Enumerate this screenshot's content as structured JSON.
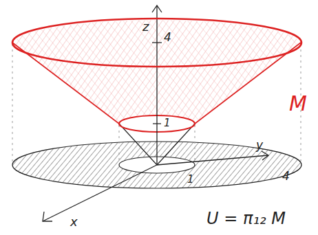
{
  "diagram": {
    "labels": [
      "z",
      "4",
      "1",
      "y",
      "4",
      "1",
      "x",
      "M",
      "U = π₁₂ M"
    ]
  }
}
